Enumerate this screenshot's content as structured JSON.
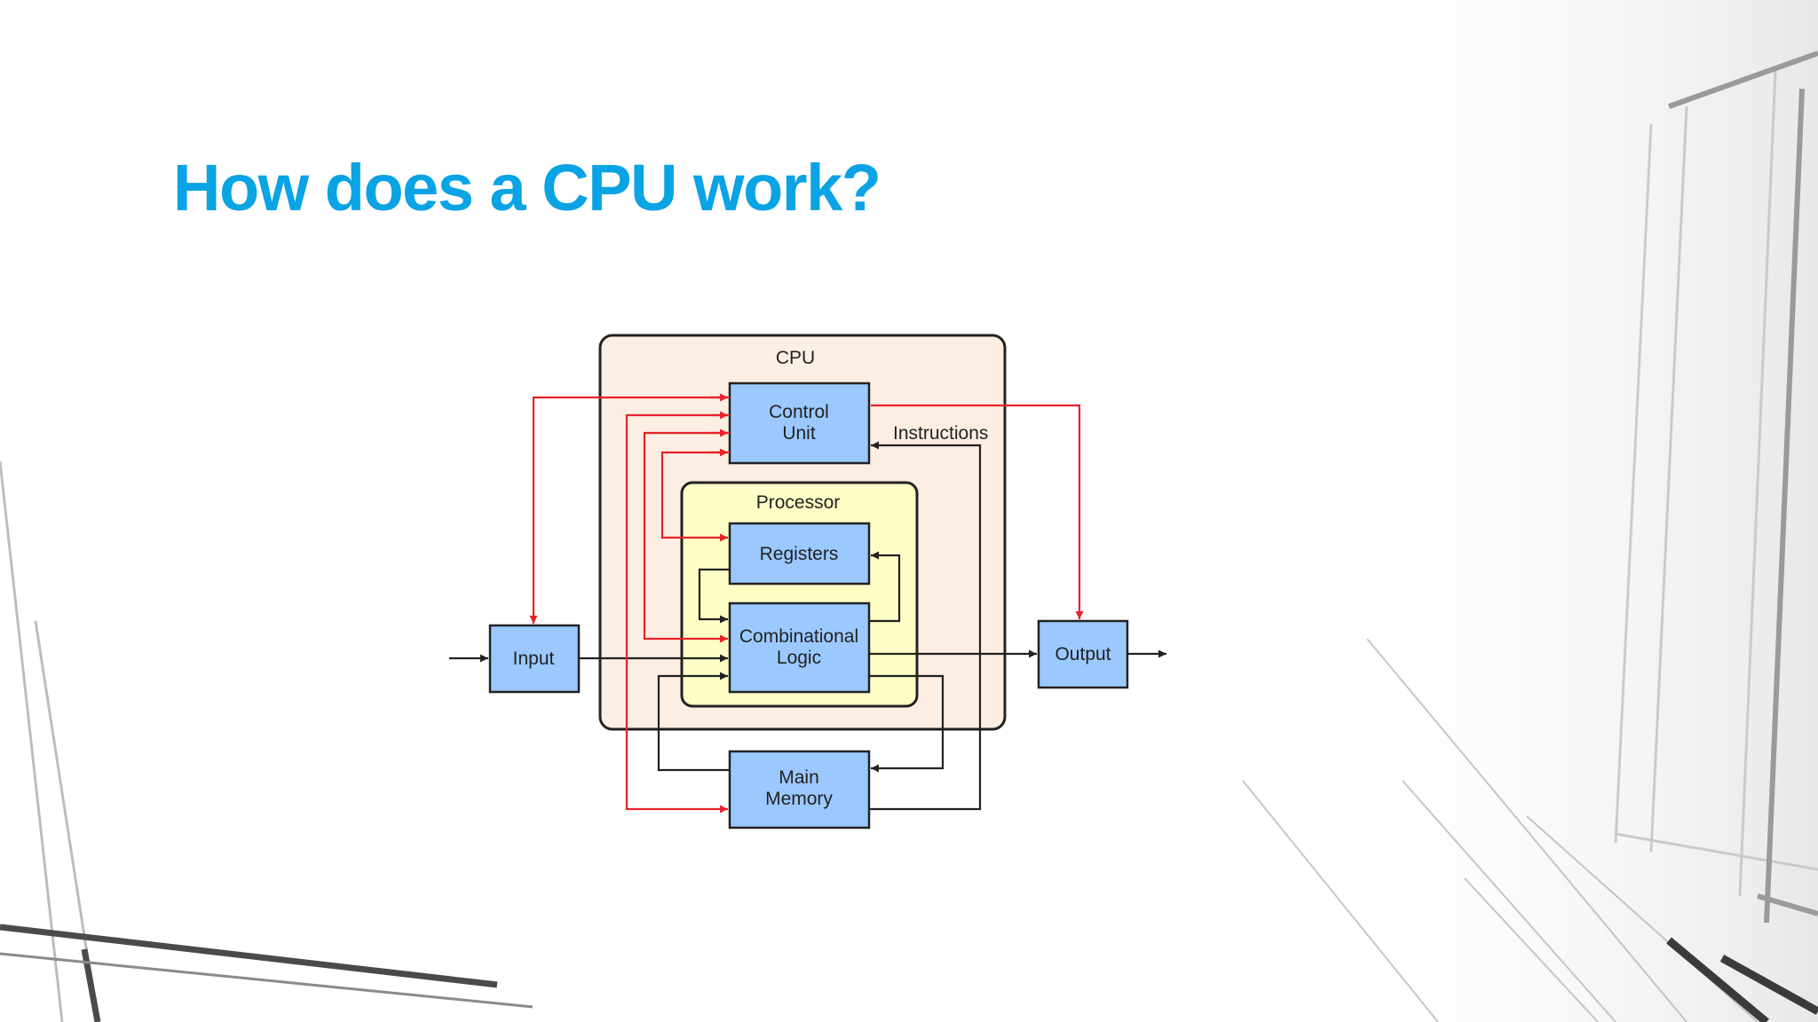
{
  "slide": {
    "title": "How does a CPU work?"
  },
  "colors": {
    "title": "#0aa3e4",
    "block_fill": "#9bc9ff",
    "cpu_fill": "#fdeee4",
    "processor_fill": "#fefec6",
    "control_arrow": "#e8212a",
    "data_arrow": "#222222"
  },
  "diagram": {
    "cpu_label": "CPU",
    "processor_label": "Processor",
    "blocks": {
      "control_unit": [
        "Control",
        "Unit"
      ],
      "registers": [
        "Registers"
      ],
      "combinational_logic": [
        "Combinational",
        "Logic"
      ],
      "input": [
        "Input"
      ],
      "output": [
        "Output"
      ],
      "main_memory": [
        "Main",
        "Memory"
      ]
    },
    "instructions_label": "Instructions"
  }
}
